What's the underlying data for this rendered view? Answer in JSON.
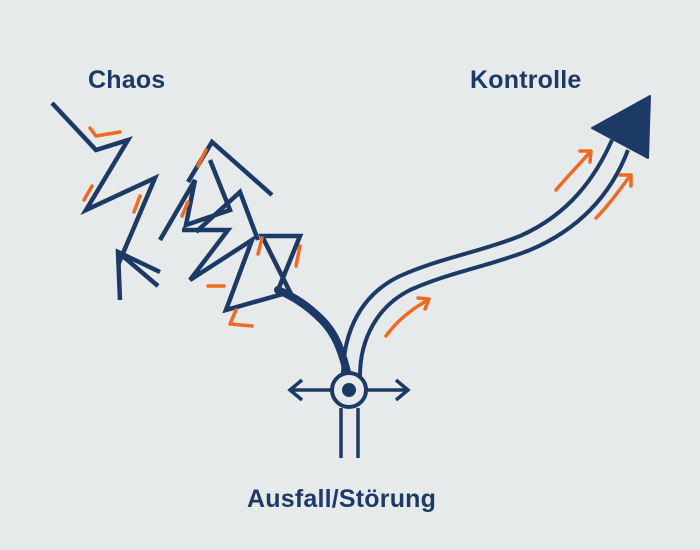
{
  "labels": {
    "chaos": "Chaos",
    "control": "Kontrolle",
    "failure": "Ausfall/Störung"
  },
  "colors": {
    "background": "#e7eaeb",
    "navy": "#1d3a66",
    "accent": "#f26a21"
  },
  "icons": {
    "chaos_path": "zigzag-arrow-icon",
    "control_path": "curved-arrow-icon",
    "junction": "bidirectional-junction-icon"
  }
}
